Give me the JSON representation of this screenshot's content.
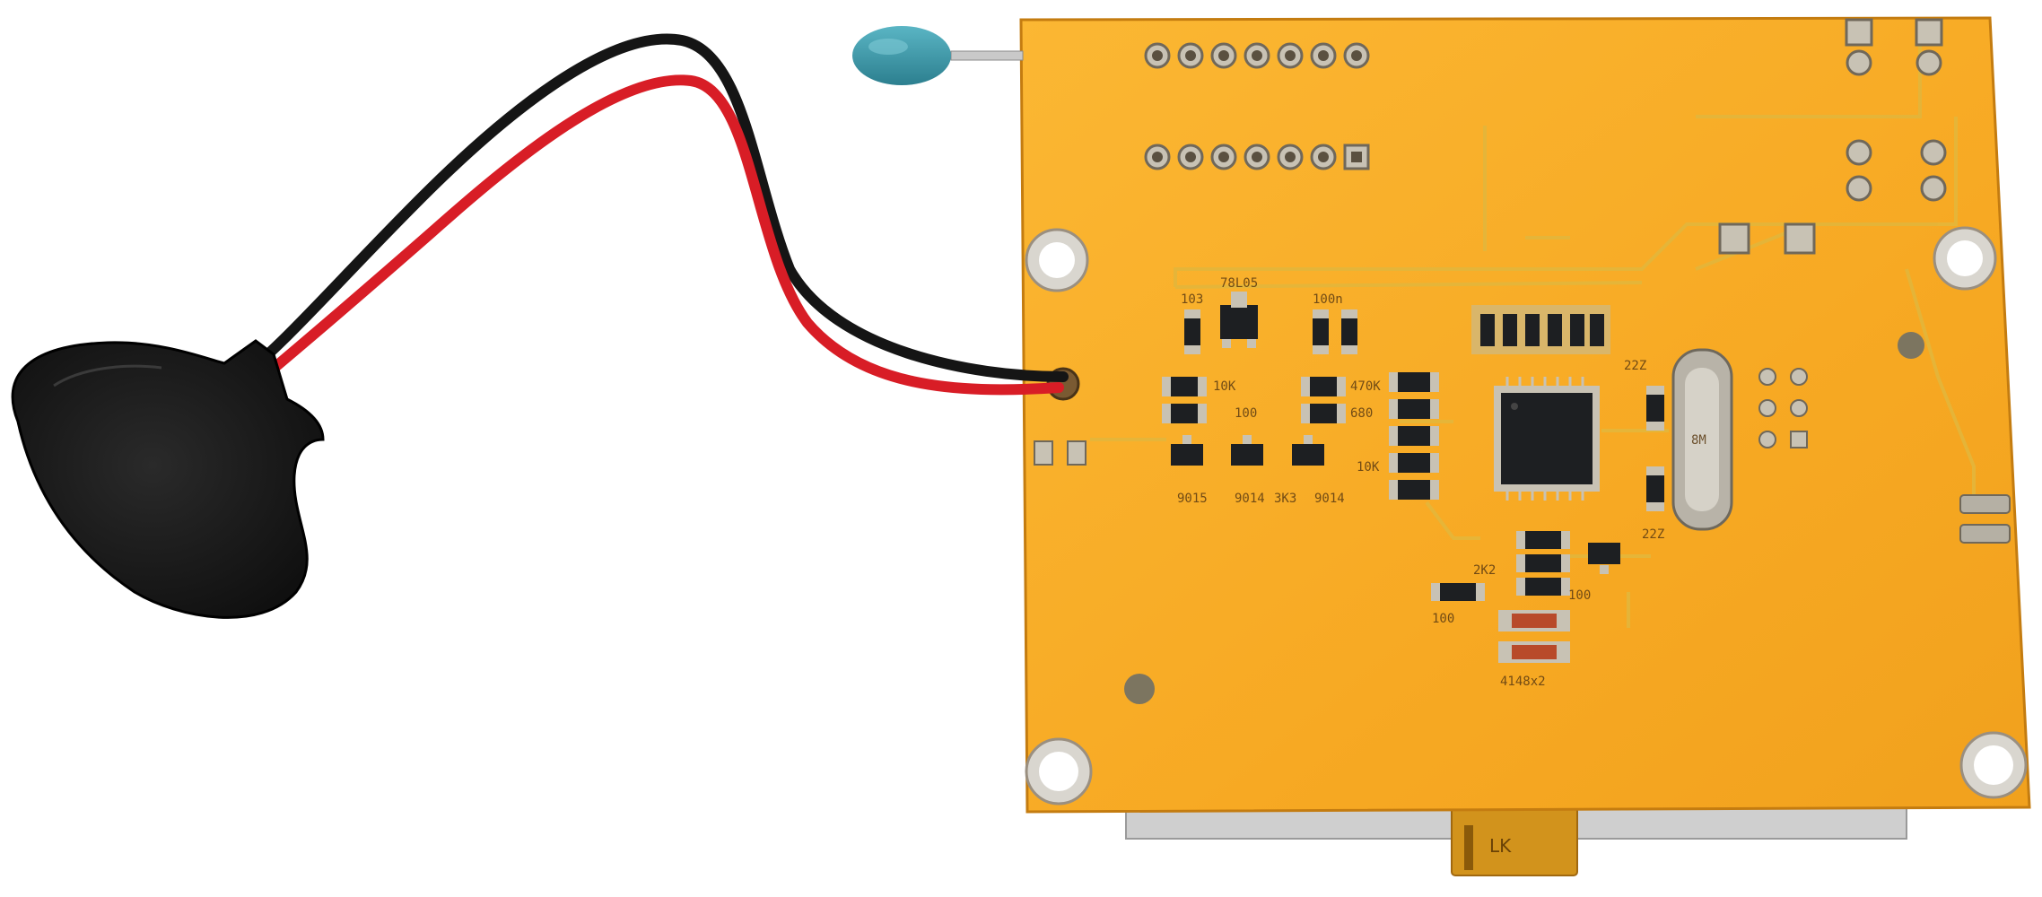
{
  "colors": {
    "background": "#ffffff",
    "pcb_orange": "#f7a923",
    "pcb_orange_light": "#fbbd45",
    "pcb_edge": "#c47c10",
    "trace": "#e3b63b",
    "pad_gold": "#c8c2b4",
    "chip_black": "#1d1f22",
    "wire_red": "#d81d26",
    "wire_black": "#151515",
    "snap_black": "#161616",
    "cap_teal": "#3b97a8",
    "flex_cable": "#d2931c",
    "lcd_back": "#cfcfcf"
  },
  "silkscreen": {
    "u1": "78L05",
    "c1": "103",
    "c2": "100n",
    "r1": "10K",
    "r2": "470K",
    "r3": "680",
    "r4": "100",
    "r5": "3K3",
    "q1": "9015",
    "q2": "9014",
    "q3": "9014",
    "r6": "10K",
    "r7": "22Z",
    "r8": "2K2",
    "r9": "22Z",
    "r10": "100",
    "r11": "100",
    "d1": "4148x2",
    "xtal": "8M"
  },
  "flex_label": "LK"
}
